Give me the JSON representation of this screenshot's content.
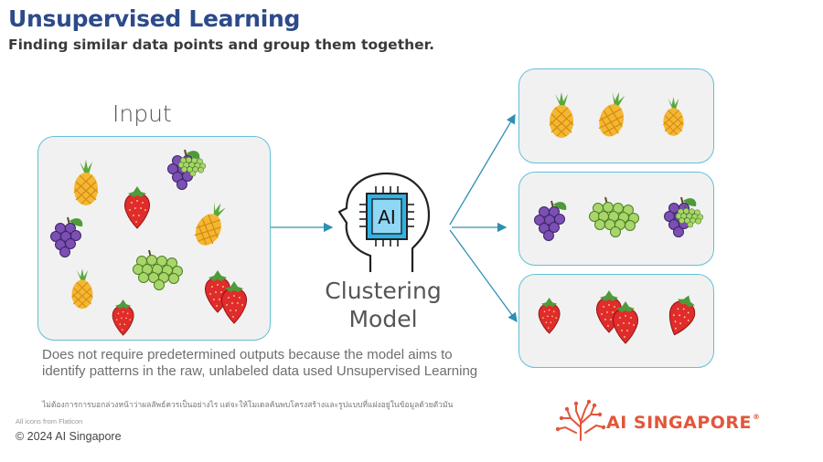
{
  "header": {
    "title": "Unsupervised Learning",
    "subtitle": "Finding similar data points and group them together."
  },
  "input": {
    "label": "Input"
  },
  "model": {
    "chip_text": "AI",
    "label": "Clustering Model"
  },
  "description": {
    "text": "Does not require predetermined outputs because the model aims to identify patterns in the raw, unlabeled data used Unsupervised Learning",
    "thai": "ไม่ต้องการการบอกล่วงหน้าว่าผลลัพธ์ควรเป็นอย่างไร แต่จะให้โมเดลค้นพบโครงสร้างและรูปแบบที่แฝงอยู่ในข้อมูลด้วยตัวมัน"
  },
  "footer": {
    "icons_credit": "All icons from Flaticon",
    "copyright": "© 2024 AI Singapore"
  },
  "brand": {
    "name": "AI SINGAPORE",
    "mark": "®"
  },
  "colors": {
    "title": "#2d4a8a",
    "box_border": "#62c0d6",
    "box_fill": "#f1f1f1",
    "arrow": "#2f8fb3",
    "brand": "#e3563a"
  }
}
